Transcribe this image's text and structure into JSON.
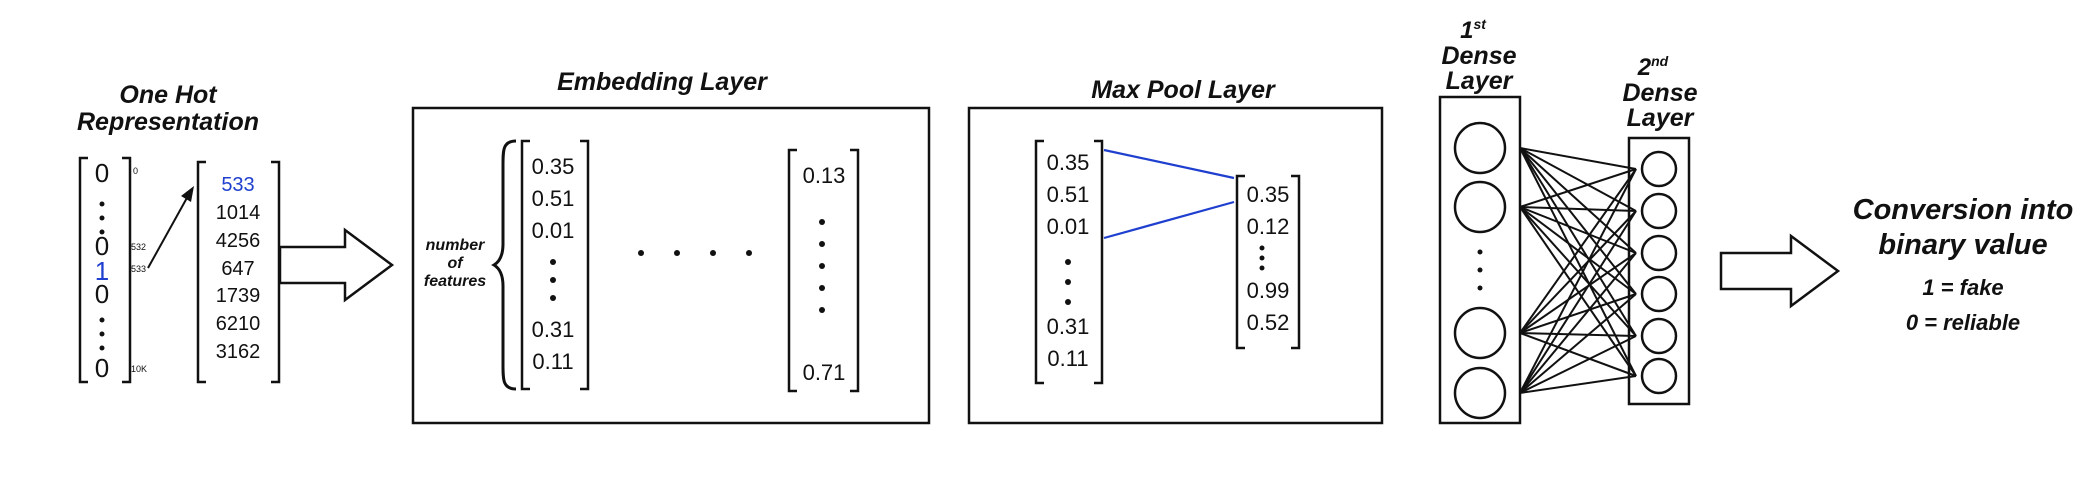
{
  "one_hot": {
    "title_line1": "One Hot",
    "title_line2": "Representation",
    "vector": [
      "0",
      "0",
      "1",
      "0",
      "0"
    ],
    "index_labels": [
      "0",
      "532",
      "533",
      "10K"
    ],
    "word_ids": [
      "533",
      "1014",
      "4256",
      "647",
      "1739",
      "6210",
      "3162"
    ]
  },
  "embedding": {
    "title": "Embedding Layer",
    "features_line1": "number",
    "features_line2": "of",
    "features_line3": "features",
    "first_vector_top": [
      "0.35",
      "0.51",
      "0.01"
    ],
    "first_vector_bottom": [
      "0.31",
      "0.11"
    ],
    "last_vector_top": "0.13",
    "last_vector_bottom": "0.71"
  },
  "maxpool": {
    "title": "Max Pool Layer",
    "input_top": [
      "0.35",
      "0.51",
      "0.01"
    ],
    "input_bottom": [
      "0.31",
      "0.11"
    ],
    "output_top": [
      "0.35",
      "0.12"
    ],
    "output_bottom": [
      "0.99",
      "0.52"
    ]
  },
  "dense1": {
    "num": "1",
    "sup": "st",
    "line1": "Dense",
    "line2": "Layer"
  },
  "dense2": {
    "num": "2",
    "sup": "nd",
    "line1": "Dense",
    "line2": "Layer"
  },
  "conversion": {
    "title_line1": "Conversion into",
    "title_line2": "binary value",
    "fake": "1 = fake",
    "reliable": "0 = reliable"
  },
  "colors": {
    "accent": "#1f3fcf",
    "ink": "#111111"
  }
}
